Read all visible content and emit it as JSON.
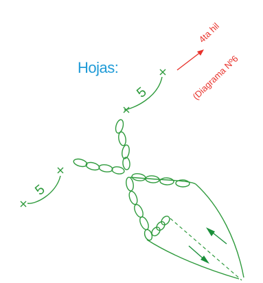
{
  "heading": "Hojas:",
  "repeat_count_top": "5",
  "repeat_count_left": "5",
  "annotation_line1": "4ta hil",
  "annotation_line2": "(Diagrama Nº6",
  "colors": {
    "heading": "#1f9bd7",
    "annotation": "#e8322b",
    "stitches": "#2e9a3c",
    "arrows": "#1a8f3a"
  }
}
